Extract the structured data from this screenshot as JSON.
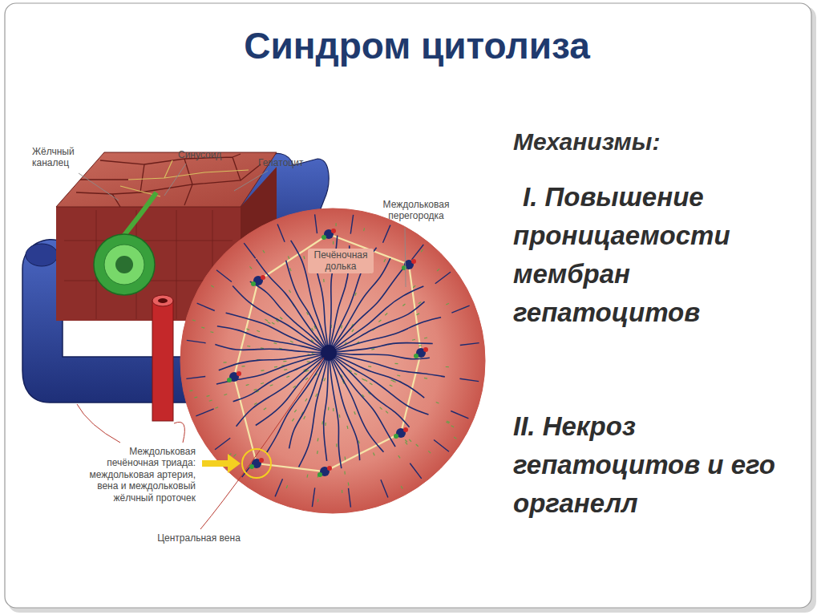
{
  "diagram": {
    "title": "Синдром цитолиза",
    "labels": [
      "Жёлчный каналец",
      "Синусоид",
      "Гепатоцит",
      "Междольковая перегородка",
      "Печёночная долька",
      "Междольковая печёночная триада: междольковая артерия, вена и междольковый жёлчный проточек",
      "Центральная вена",
      "Механизмы:",
      "I. Повышение проницаемости мембран гепатоцитов",
      "II. Некроз гепатоцитов и его органелл"
    ]
  }
}
